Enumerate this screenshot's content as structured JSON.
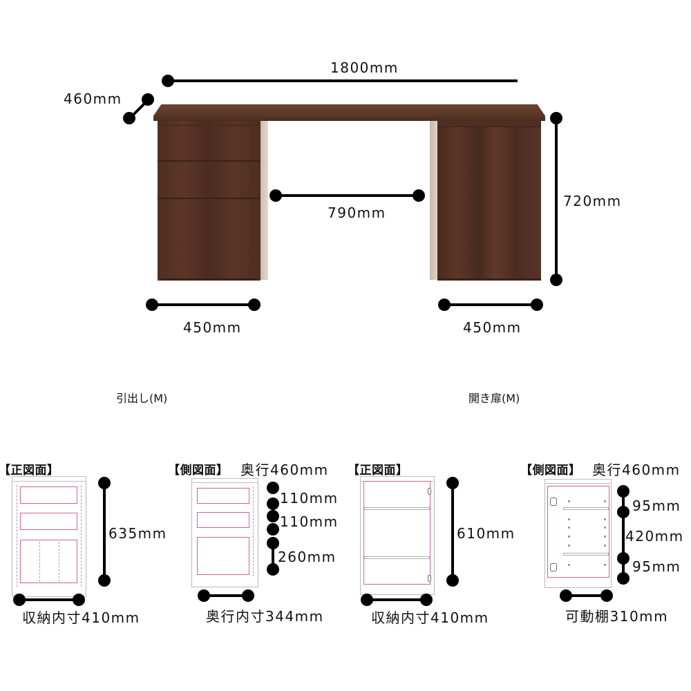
{
  "desk": {
    "width_label": "1800mm",
    "depth_label": "460mm",
    "height_label": "720mm",
    "gap_label": "790mm",
    "left_unit_width_label": "450mm",
    "right_unit_width_label": "450mm",
    "colors": {
      "wood": "#5a3626",
      "wood_dark": "#3a2118",
      "side_panel": "#d8c9bb"
    }
  },
  "unit_titles": {
    "drawer_unit": "引出し(M)",
    "door_unit": "開き扉(M)"
  },
  "drawer_front": {
    "header": "【正図面】",
    "height_label": "635mm",
    "inner_width_label": "収納内寸410mm"
  },
  "drawer_side": {
    "header": "【側図面】",
    "depth_label": "奥行460mm",
    "drawer_heights": [
      "110mm",
      "110mm",
      "260mm"
    ],
    "inner_depth_label": "奥行内寸344mm"
  },
  "door_front": {
    "header": "【正図面】",
    "height_label": "610mm",
    "inner_width_label": "収納内寸410mm"
  },
  "door_side": {
    "header": "【側図面】",
    "depth_label": "奥行460mm",
    "section_heights": [
      "95mm",
      "420mm",
      "95mm"
    ],
    "shelf_label": "可動棚310mm"
  },
  "accent_color": "#d0609a"
}
